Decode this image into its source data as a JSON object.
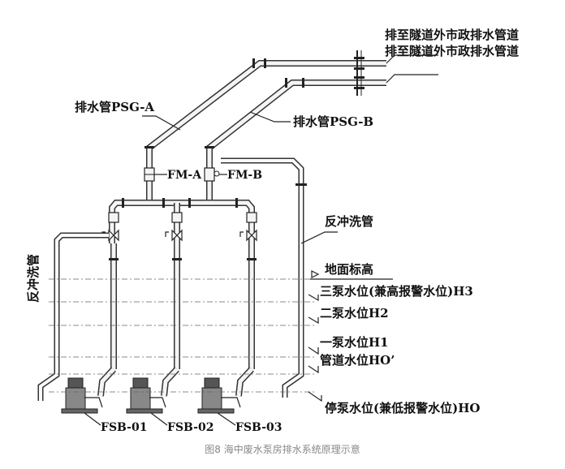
{
  "discharge": {
    "outlet_line_1": "排至隧道外市政排水管道",
    "outlet_line_2": "排至隧道外市政排水管道",
    "pipe_a": "排水管PSG-A",
    "pipe_b": "排水管PSG-B",
    "meter_a": "FM-A",
    "meter_b": "FM-B"
  },
  "backwash": {
    "right_label": "反冲洗管",
    "left_label": "反冲洗管"
  },
  "levels": [
    {
      "key": "ground",
      "label": "地面标高"
    },
    {
      "key": "h3",
      "label": "三泵水位(兼高报警水位)H3"
    },
    {
      "key": "h2",
      "label": "二泵水位H2"
    },
    {
      "key": "h1",
      "label": "一泵水位H1"
    },
    {
      "key": "h0p",
      "label": "管道水位HO’"
    },
    {
      "key": "h0",
      "label": "停泵水位(兼低报警水位)HO"
    }
  ],
  "pumps": [
    "FSB-01",
    "FSB-02",
    "FSB-03"
  ],
  "caption": "图8  海中废水泵房排水系统原理示意",
  "colors": {
    "line": "#333333",
    "caption": "#888888",
    "background": "#ffffff"
  }
}
